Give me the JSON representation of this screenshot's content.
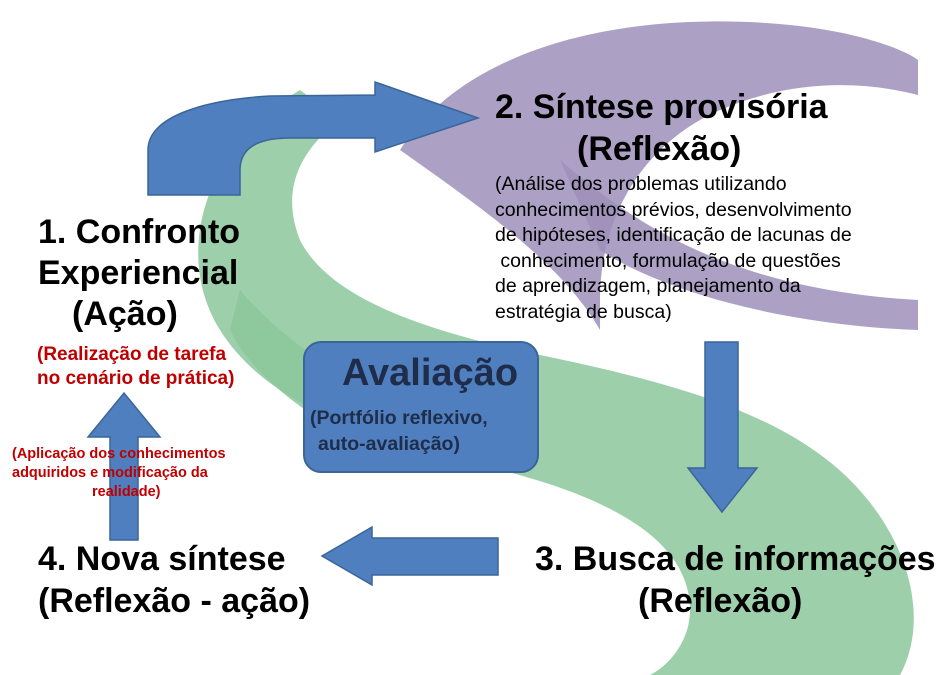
{
  "colors": {
    "arrow_fill": "#4f7fbf",
    "arrow_stroke": "#3b6599",
    "band_purple": "#9d8fba",
    "band_green": "#8cc79b",
    "note_red": "#c00000",
    "eval_text": "#1f2d4a"
  },
  "step1": {
    "line1": "1. Confronto",
    "line2": "Experiencial",
    "line3": "(Ação)",
    "note_line1": "(Realização de tarefa",
    "note_line2": "no cenário de prática)"
  },
  "step2": {
    "line1": "2. Síntese provisória",
    "line2": "(Reflexão)",
    "note_lines": [
      "(Análise dos problemas utilizando",
      "conhecimentos prévios, desenvolvimento",
      "de hipóteses, identificação de lacunas de",
      " conhecimento, formulação de questões",
      "de aprendizagem, planejamento da",
      "estratégia de busca)"
    ]
  },
  "step3": {
    "line1": "3. Busca de informações",
    "line2": "(Reflexão)"
  },
  "step4": {
    "line1": "4. Nova síntese",
    "line2": "(Reflexão - ação)"
  },
  "side_note": {
    "line1": "(Aplicação dos conhecimentos",
    "line2": "adquiridos e modificação da",
    "line3": "realidade)"
  },
  "evaluation": {
    "title": "Avaliação",
    "sub_line1": "(Portfólio reflexivo,",
    "sub_line2": "auto-avaliação)"
  }
}
